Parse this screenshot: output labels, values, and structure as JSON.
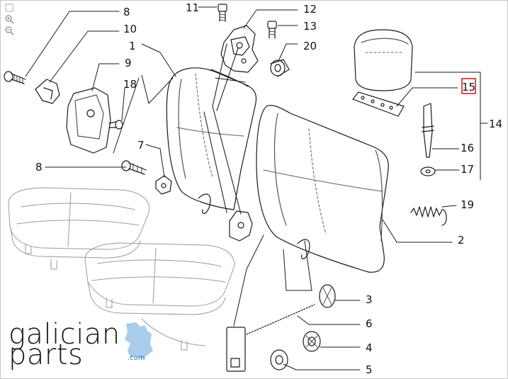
{
  "viewer": {
    "tools": [
      {
        "name": "fit-page-icon"
      },
      {
        "name": "zoom-in-icon"
      },
      {
        "name": "zoom-out-icon"
      }
    ]
  },
  "diagram": {
    "callouts": {
      "c1": "1",
      "c2": "2",
      "c3": "3",
      "c4": "4",
      "c5": "5",
      "c6": "6",
      "c7": "7",
      "c8a": "8",
      "c8b": "8",
      "c9": "9",
      "c10": "10",
      "c11": "11",
      "c12": "12",
      "c13": "13",
      "c14": "14",
      "c15": "15",
      "c16": "16",
      "c17": "17",
      "c18": "18",
      "c19": "19",
      "c20": "20"
    },
    "highlight_color": "#d42020"
  },
  "logo": {
    "line1": "galician",
    "line2": "parts",
    "domain": ".com",
    "accent": "#a9cdea"
  }
}
